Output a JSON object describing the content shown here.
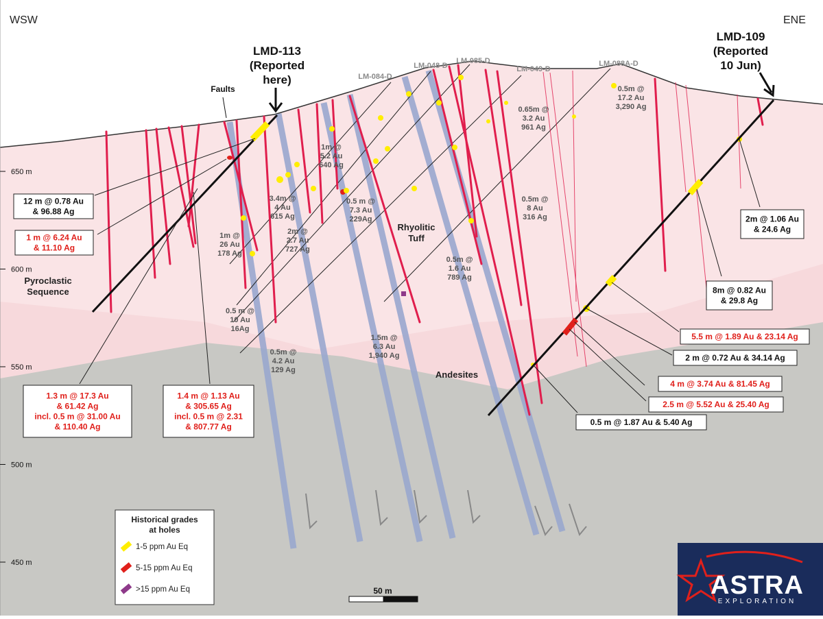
{
  "orientation": {
    "west": "WSW",
    "east": "ENE"
  },
  "elevations": [
    {
      "label": "650 m",
      "value": 650
    },
    {
      "label": "600 m",
      "value": 600
    },
    {
      "label": "550 m",
      "value": 550
    },
    {
      "label": "500 m",
      "value": 500
    },
    {
      "label": "450 m",
      "value": 450
    }
  ],
  "holes": {
    "lmd113": [
      "LMD-113",
      "(Reported",
      "here)"
    ],
    "lmd109": [
      "LMD-109",
      "(Reported",
      "10 Jun)"
    ]
  },
  "collars": [
    "LM-084-D",
    "LM-048-D",
    "LM-085-D",
    "LM-049-D",
    "LM-088A-D"
  ],
  "faults_label": "Faults",
  "units": {
    "pyroclastic": [
      "Pyroclastic",
      "Sequence"
    ],
    "rhyolitic": [
      "Rhyolitic",
      "Tuff"
    ],
    "andesites": "Andesites"
  },
  "historical_intercepts": [
    [
      "1m @",
      "5.2 Au",
      "640 Ag"
    ],
    [
      "0.65m @",
      "3.2 Au",
      "961 Ag"
    ],
    [
      "0.5m @",
      "17.2 Au",
      "3,290 Ag"
    ],
    [
      "3.4m @",
      "4 Au",
      "615 Ag"
    ],
    [
      "0.5 m @",
      "7.3 Au",
      "229Ag"
    ],
    [
      "0.5m @",
      "8 Au",
      "316 Ag"
    ],
    [
      "2m @",
      "2.7 Au",
      "727 Ag"
    ],
    [
      "1m @",
      "26 Au",
      "178 Ag"
    ],
    [
      "0.5m @",
      "1.6 Au",
      "789 Ag"
    ],
    [
      "0.5 m @",
      "10 Au",
      "16Ag"
    ],
    [
      "1.5m @",
      "6.3 Au",
      "1,940 Ag"
    ],
    [
      "0.5m @",
      "4.2 Au",
      "129 Ag"
    ]
  ],
  "result_boxes": [
    {
      "lines": [
        "12 m @ 0.78 Au",
        "& 96.88 Ag"
      ],
      "color": "#111111"
    },
    {
      "lines": [
        "1 m @ 6.24 Au",
        "& 11.10 Ag"
      ],
      "color": "#e0201b"
    },
    {
      "lines": [
        "1.3 m @ 17.3 Au",
        "& 61.42 Ag",
        "incl. 0.5 m @ 31.00 Au",
        "& 110.40 Ag"
      ],
      "color": "#e0201b"
    },
    {
      "lines": [
        "1.4 m @ 1.13 Au",
        "& 305.65 Ag",
        "incl. 0.5 m @ 2.31",
        "& 807.77 Ag"
      ],
      "color": "#e0201b"
    },
    {
      "lines": [
        "2m @ 1.06 Au",
        "& 24.6 Ag"
      ],
      "color": "#111111"
    },
    {
      "lines": [
        "8m @ 0.82 Au",
        "& 29.8 Ag"
      ],
      "color": "#111111"
    },
    {
      "lines": [
        "5.5 m @ 1.89 Au & 23.14 Ag"
      ],
      "color": "#e0201b"
    },
    {
      "lines": [
        "2 m @ 0.72 Au & 34.14 Ag"
      ],
      "color": "#111111"
    },
    {
      "lines": [
        "4 m @ 3.74 Au & 81.45 Ag"
      ],
      "color": "#e0201b"
    },
    {
      "lines": [
        "2.5 m @ 5.52 Au & 25.40 Ag"
      ],
      "color": "#e0201b"
    },
    {
      "lines": [
        "0.5 m @ 1.87 Au & 5.40 Ag"
      ],
      "color": "#111111"
    }
  ],
  "legend": {
    "title": [
      "Historical grades",
      "at holes"
    ],
    "items": [
      {
        "label": "1-5 ppm Au Eq",
        "color": "#ffee00"
      },
      {
        "label": "5-15 ppm Au Eq",
        "color": "#e0201b"
      },
      {
        "label": ">15 ppm Au Eq",
        "color": "#8e3a8a"
      }
    ]
  },
  "scale_label": "50 m",
  "logo": {
    "name": "ASTRA",
    "sub": "EXPLORATION"
  },
  "colors": {
    "pyroclastic": "#f7d9dc",
    "rhyolitic": "#fae2e4",
    "andesite": "#c8c8c4",
    "vein": "#e01e4d",
    "historical_hole": "#9aa8cf",
    "logo_bg": "#1a2c5b"
  }
}
